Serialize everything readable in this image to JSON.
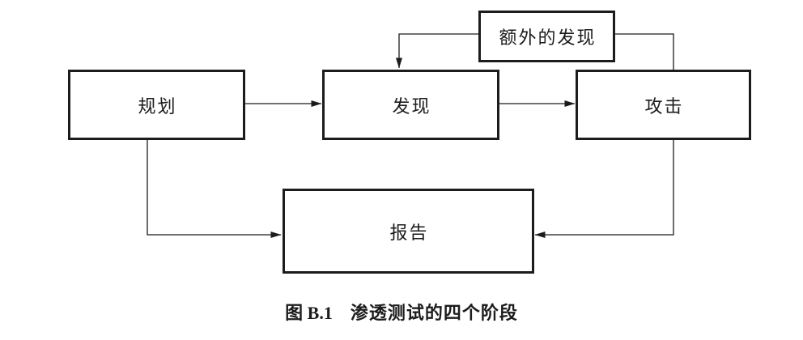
{
  "figure": {
    "nodes": {
      "planning": {
        "label": "规划"
      },
      "discovery": {
        "label": "发现"
      },
      "attack": {
        "label": "攻击"
      },
      "additional_findings": {
        "label": "额外的发现"
      },
      "reporting": {
        "label": "报告"
      }
    },
    "caption": {
      "prefix": "图 B.1",
      "title": "渗透测试的四个阶段"
    },
    "colors": {
      "ink": "#1c1c1c",
      "background": "#ffffff"
    }
  }
}
